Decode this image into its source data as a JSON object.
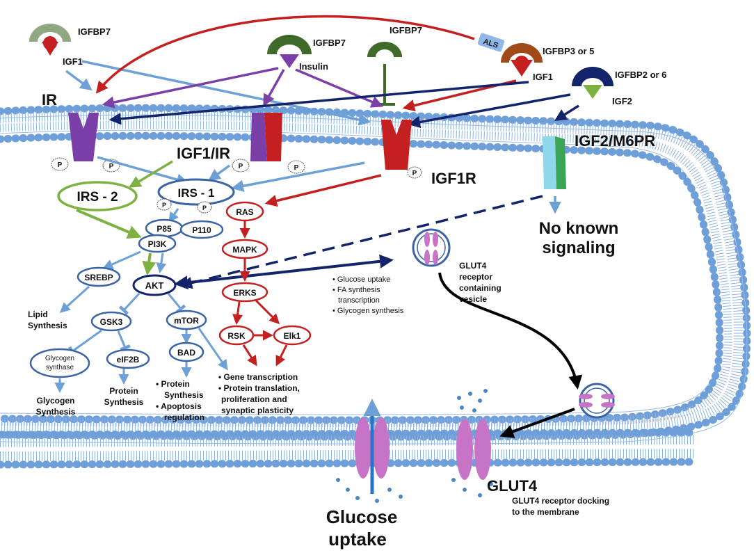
{
  "colors": {
    "blue": "#6ea0d8",
    "red": "#c42020",
    "purple": "#7b3fa8",
    "navy": "#13246b",
    "green": "#7db243",
    "membrane": "#5b8fd0",
    "glut": "#c774c7",
    "igf2r_light": "#8fd8ec",
    "igf2r_green": "#3aa655",
    "dark_green": "#3f6b2a",
    "brown": "#a04a1a"
  },
  "ligands": {
    "igfbp7_a": "IGFBP7",
    "igf1_a": "IGF1",
    "igfbp7_b": "IGFBP7",
    "insulin": "Insulin",
    "igfbp7_c": "IGFBP7",
    "als": "ALS",
    "igfbp35": "IGFBP3 or 5",
    "igf1_b": "IGF1",
    "igfbp26": "IGFBP2 or 6",
    "igf2": "IGF2"
  },
  "receptors": {
    "ir": "IR",
    "hybrid": "IGF1/IR",
    "igf1r": "IGF1R",
    "igf2r": "IGF2/M6PR",
    "p": "P",
    "no_signal_1": "No known",
    "no_signal_2": "signaling"
  },
  "nodes": {
    "irs2": "IRS - 2",
    "irs1": "IRS - 1",
    "p85": "P85",
    "p110": "P110",
    "pi3k": "PI3K",
    "srebp": "SREBP",
    "akt": "AKT",
    "gsk3": "GSK3",
    "mtor": "mTOR",
    "bad": "BAD",
    "gs1": "Glycogen",
    "gs2": "synthase",
    "eif2b": "eIF2B",
    "ras": "RAS",
    "mapk": "MAPK",
    "erks": "ERKS",
    "rsk": "RSK",
    "elk1": "Elk1"
  },
  "outcomes": {
    "lipid_1": "Lipid",
    "lipid_2": "Synthesis",
    "glycogen_1": "Glycogen",
    "glycogen_2": "Synthesis",
    "protein_1": "Protein",
    "protein_2": "Synthesis",
    "bad_out_1": "• Protein",
    "bad_out_2": "Synthesis",
    "bad_out_3": "• Apoptosis",
    "bad_out_4": "regulation",
    "gene_1": "• Gene transcription",
    "gene_2": "• Protein translation,",
    "gene_3": "proliferation and",
    "gene_4": "synaptic plasticity",
    "akt_out_1": "• Glucose uptake",
    "akt_out_2": "• FA synthesis",
    "akt_out_3": "transcription",
    "akt_out_4": "• Glycogen synthesis"
  },
  "glut": {
    "vesicle_1": "GLUT4",
    "vesicle_2": "receptor",
    "vesicle_3": "containing",
    "vesicle_4": "vesicle",
    "glut4": "GLUT4",
    "docking_1": "GLUT4 receptor docking",
    "docking_2": "to the membrane",
    "uptake_1": "Glucose",
    "uptake_2": "uptake"
  }
}
